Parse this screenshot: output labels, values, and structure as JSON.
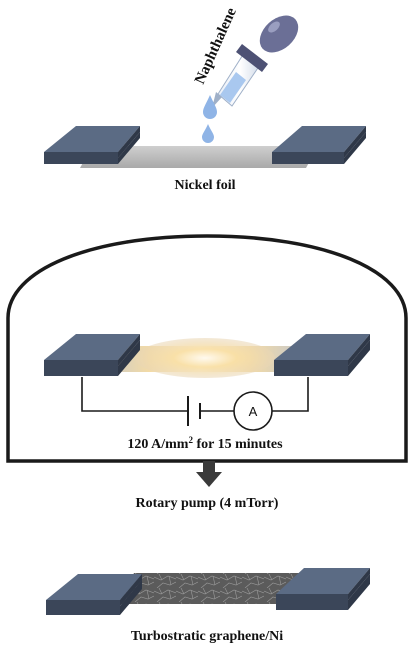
{
  "step1": {
    "reagent_label": "Naphthalene",
    "substrate_label": "Nickel foil"
  },
  "step2": {
    "ammeter_symbol": "A",
    "condition_label_pre": "120 A/mm",
    "condition_label_sup": "2",
    "condition_label_post": " for 15 minutes",
    "pump_label": "Rotary pump (4 mTorr)"
  },
  "step3": {
    "product_label": "Turbostratic graphene/Ni"
  },
  "colors": {
    "clamp_top": "#5a6a82",
    "clamp_side": "#3a4558",
    "clamp_dark": "#2b3342",
    "foil": "#bfbfbf",
    "droplet": "#8fb4e6",
    "dropper_bulb": "#6b6f96",
    "glow": "#f7d58a",
    "graphene": "#5e5e5e"
  }
}
